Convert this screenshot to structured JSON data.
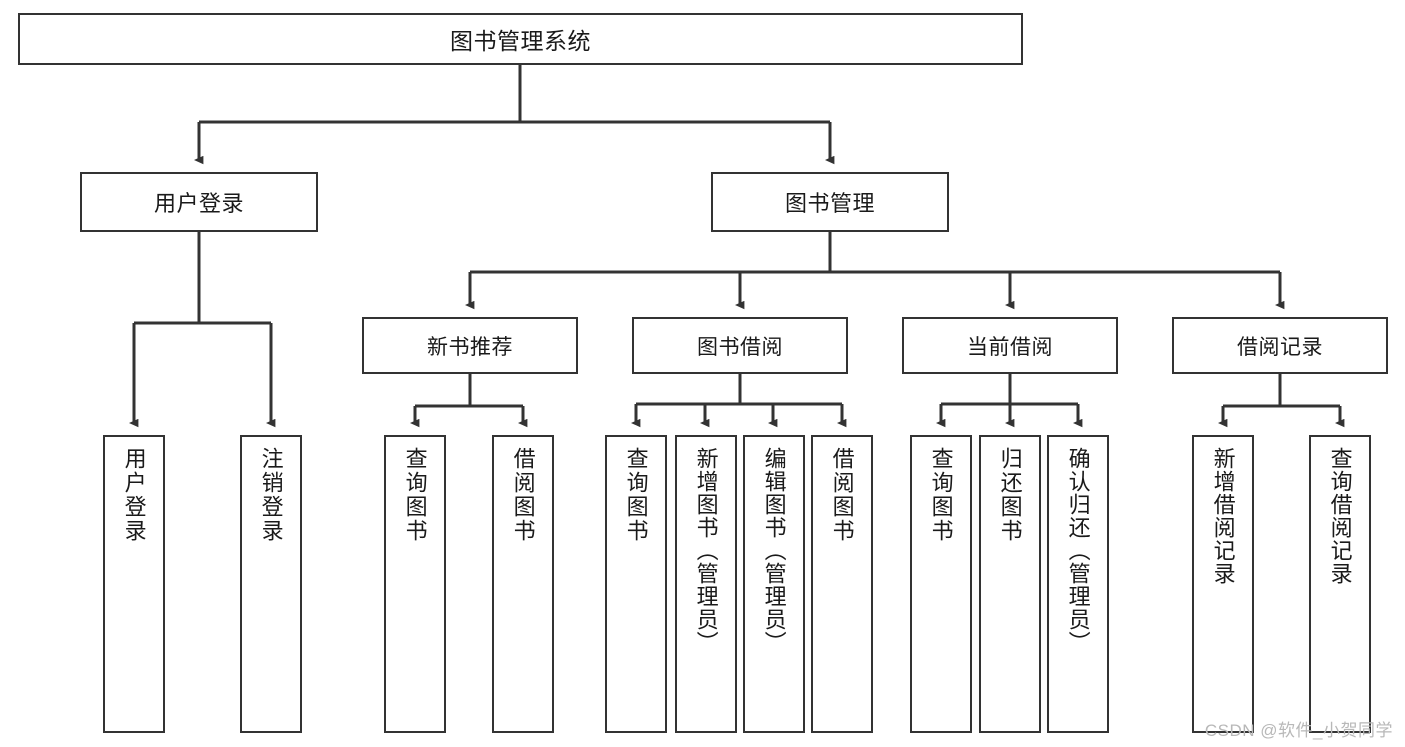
{
  "diagram": {
    "title": "图书管理系统",
    "type": "function-structure-tree",
    "colors": {
      "background": "#ffffff",
      "box_border": "#333333",
      "box_fill": "#ffffff",
      "text": "#1a1a1a",
      "connector": "#333333",
      "watermark": "#b8b8b8"
    },
    "root": {
      "label": "图书管理系统"
    },
    "level2": [
      {
        "label": "用户登录"
      },
      {
        "label": "图书管理"
      }
    ],
    "level3": [
      {
        "label": "新书推荐"
      },
      {
        "label": "图书借阅"
      },
      {
        "label": "当前借阅"
      },
      {
        "label": "借阅记录"
      }
    ],
    "leaves": {
      "user_login": [
        {
          "label": "用户登录"
        },
        {
          "label": "注销登录"
        }
      ],
      "new_book_recommend": [
        {
          "label": "查询图书"
        },
        {
          "label": "借阅图书"
        }
      ],
      "book_borrow": [
        {
          "label": "查询图书"
        },
        {
          "label": "新增图书（管理员）"
        },
        {
          "label": "编辑图书（管理员）"
        },
        {
          "label": "借阅图书"
        }
      ],
      "current_borrow": [
        {
          "label": "查询图书"
        },
        {
          "label": "归还图书"
        },
        {
          "label": "确认归还（管理员）"
        }
      ],
      "borrow_record": [
        {
          "label": "新增借阅记录"
        },
        {
          "label": "查询借阅记录"
        }
      ]
    }
  },
  "watermark": {
    "text": "CSDN @软件_小贺同学"
  }
}
